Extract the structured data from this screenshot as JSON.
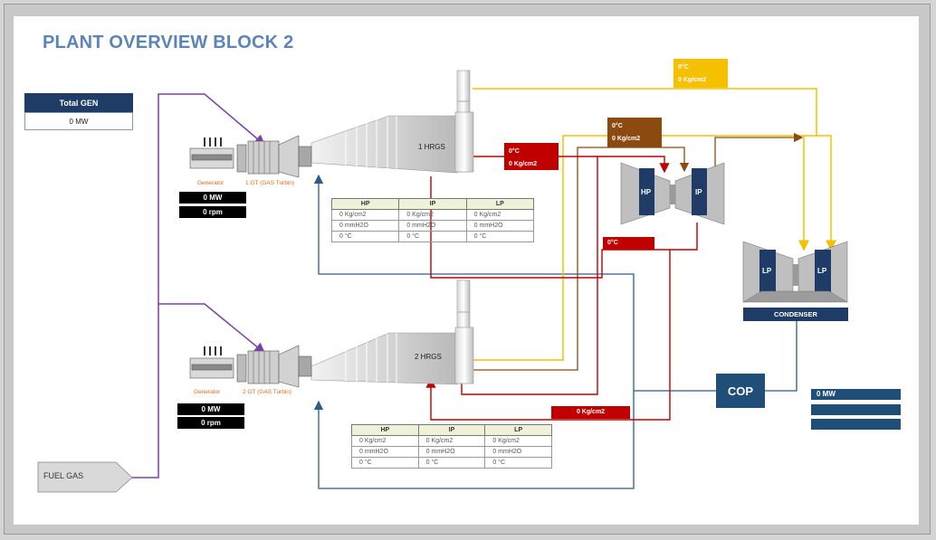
{
  "title": "PLANT OVERVIEW BLOCK 2",
  "total_gen": {
    "label": "Total GEN",
    "value": "0 MW"
  },
  "unit1": {
    "generator_label": "Generator",
    "gt_label": "1 GT (GAS Turbin)",
    "mw": "0 MW",
    "rpm": "0 rpm",
    "hrgs_label": "1 HRGS"
  },
  "unit2": {
    "generator_label": "Generator",
    "gt_label": "2 GT (GAS Turbin)",
    "mw": "0 MW",
    "rpm": "0 rpm",
    "hrgs_label": "2 HRGS"
  },
  "table1": {
    "headers": [
      "HP",
      "IP",
      "LP"
    ],
    "rows": [
      [
        "0 Kg/cm2",
        "0 Kg/cm2",
        "0 Kg/cm2"
      ],
      [
        "0 mmH2O",
        "0 mmH2O",
        "0 mmH2O"
      ],
      [
        "0 °C",
        "0 °C",
        "0 °C"
      ]
    ]
  },
  "table2": {
    "headers": [
      "HP",
      "IP",
      "LP"
    ],
    "rows": [
      [
        "0 Kg/cm2",
        "0 Kg/cm2",
        "0 Kg/cm2"
      ],
      [
        "0 mmH2O",
        "0 mmH2O",
        "0 mmH2O"
      ],
      [
        "0 °C",
        "0 °C",
        "0 °C"
      ]
    ]
  },
  "steam": {
    "yellow": {
      "temp": "0°C",
      "pressure": "0 Kg/cm2",
      "color": "#f5c000"
    },
    "brown": {
      "temp": "0°C",
      "pressure": "0 Kg/cm2",
      "color": "#8b4a10"
    },
    "red": {
      "temp": "0°C",
      "pressure": "0 Kg/cm2",
      "color": "#c00000"
    },
    "red_mid": {
      "temp": "0°C"
    },
    "red_low": {
      "pressure": "0 Kg/cm2"
    }
  },
  "turbine_hp_ip": {
    "hp_label": "HP",
    "ip_label": "IP"
  },
  "turbine_lp": {
    "lp_left": "LP",
    "lp_right": "LP",
    "condenser_label": "CONDENSER"
  },
  "cop": {
    "label": "COP",
    "mw": "0 MW"
  },
  "fuel_gas": {
    "label": "FUEL GAS"
  },
  "colors": {
    "navy": "#1f3c66",
    "purple": "#7b3fa8",
    "blue_line": "#2f5b8a"
  }
}
